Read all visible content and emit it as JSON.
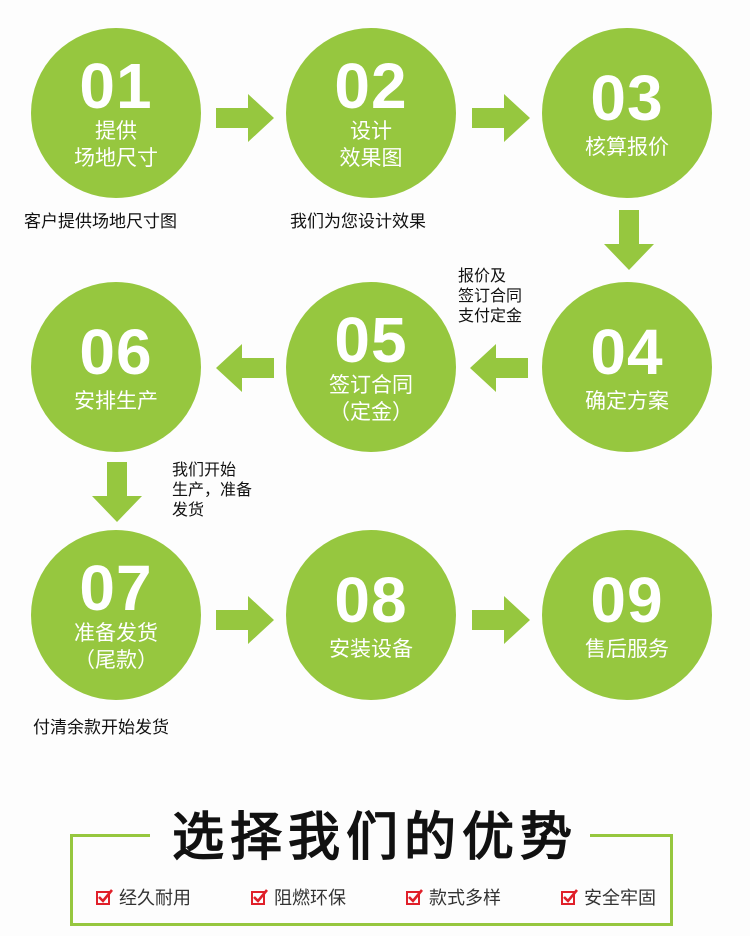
{
  "steps": [
    {
      "num": "01",
      "lines": [
        "提供",
        "场地尺寸"
      ]
    },
    {
      "num": "02",
      "lines": [
        "设计",
        "效果图"
      ]
    },
    {
      "num": "03",
      "lines": [
        "核算报价"
      ]
    },
    {
      "num": "04",
      "lines": [
        "确定方案"
      ]
    },
    {
      "num": "05",
      "lines": [
        "签订合同",
        "（定金）"
      ]
    },
    {
      "num": "06",
      "lines": [
        "安排生产"
      ]
    },
    {
      "num": "07",
      "lines": [
        "准备发货",
        "（尾款）"
      ]
    },
    {
      "num": "08",
      "lines": [
        "安装设备"
      ]
    },
    {
      "num": "09",
      "lines": [
        "售后服务"
      ]
    }
  ],
  "notes": {
    "n1": [
      "客户提供场地尺寸图"
    ],
    "n2": [
      "我们为您设计效果"
    ],
    "n3": [
      "报价及",
      "签订合同",
      "支付定金"
    ],
    "n4": [
      "我们开始",
      "生产，准备",
      "发货"
    ],
    "n5": [
      "付清余款开始发货"
    ]
  },
  "advantages": {
    "title": "选择我们的优势",
    "items": [
      "经久耐用",
      "阻燃环保",
      "款式多样",
      "安全牢固"
    ]
  },
  "colors": {
    "accent": "#96c73f",
    "check": "#e0202a"
  }
}
